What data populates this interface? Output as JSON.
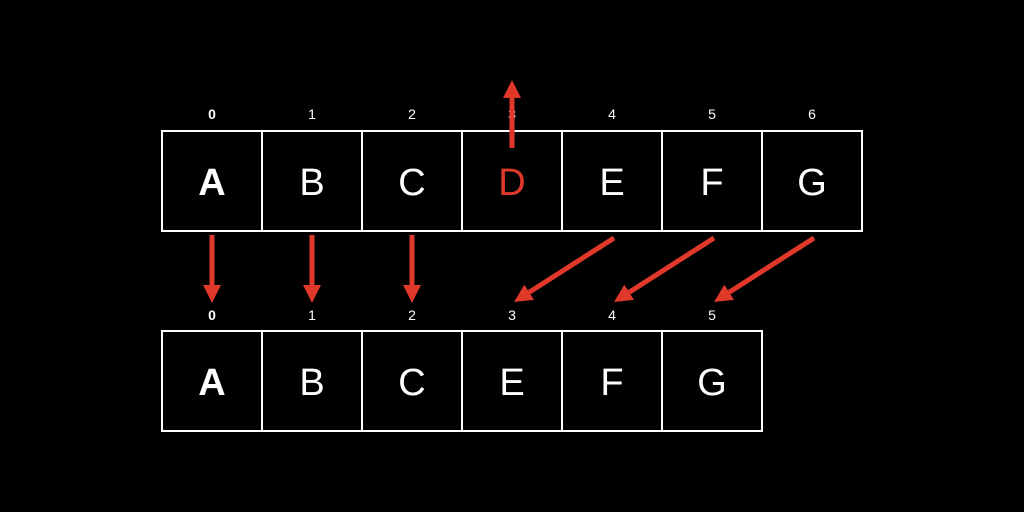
{
  "colors": {
    "background": "#000000",
    "cell_border": "#ffffff",
    "text": "#ffffff",
    "highlight": "#e0392b"
  },
  "top_array": {
    "indices": [
      "0",
      "1",
      "2",
      "3",
      "4",
      "5",
      "6"
    ],
    "cells": [
      "A",
      "B",
      "C",
      "D",
      "E",
      "F",
      "G"
    ],
    "removed_index": 3
  },
  "bottom_array": {
    "indices": [
      "0",
      "1",
      "2",
      "3",
      "4",
      "5"
    ],
    "cells": [
      "A",
      "B",
      "C",
      "E",
      "F",
      "G"
    ]
  },
  "mappings": [
    {
      "from": 0,
      "to": 0
    },
    {
      "from": 1,
      "to": 1
    },
    {
      "from": 2,
      "to": 2
    },
    {
      "from": 4,
      "to": 3
    },
    {
      "from": 5,
      "to": 4
    },
    {
      "from": 6,
      "to": 5
    }
  ]
}
